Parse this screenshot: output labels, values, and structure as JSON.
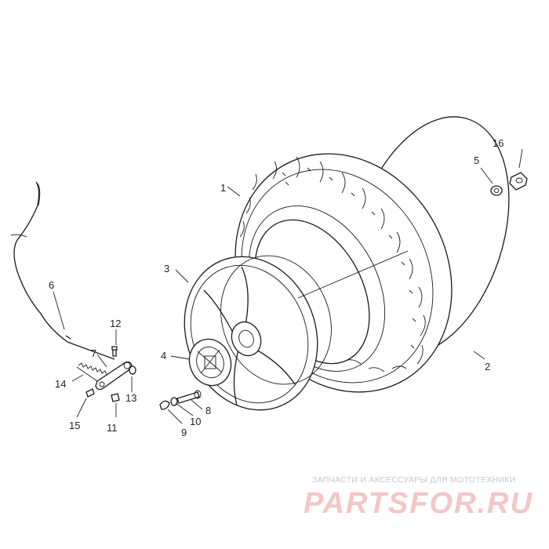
{
  "diagram": {
    "callouts": [
      {
        "id": "1",
        "text": "1"
      },
      {
        "id": "2",
        "text": "2"
      },
      {
        "id": "3",
        "text": "3"
      },
      {
        "id": "4",
        "text": "4"
      },
      {
        "id": "5",
        "text": "5"
      },
      {
        "id": "6",
        "text": "6"
      },
      {
        "id": "7",
        "text": "7"
      },
      {
        "id": "8",
        "text": "8"
      },
      {
        "id": "9",
        "text": "9"
      },
      {
        "id": "10",
        "text": "10"
      },
      {
        "id": "11",
        "text": "11"
      },
      {
        "id": "12",
        "text": "12"
      },
      {
        "id": "13",
        "text": "13"
      },
      {
        "id": "14",
        "text": "14"
      },
      {
        "id": "15",
        "text": "15"
      },
      {
        "id": "16",
        "text": "16"
      }
    ]
  },
  "watermark": {
    "caption": "ЗАПЧАСТИ И АКСЕССУАРЫ ДЛЯ МОТОТЕХНИКИ",
    "logo_text": "PARTSFOR.RU",
    "caption_color": "#c8c8c8",
    "logo_color": "#f4c6c6"
  }
}
